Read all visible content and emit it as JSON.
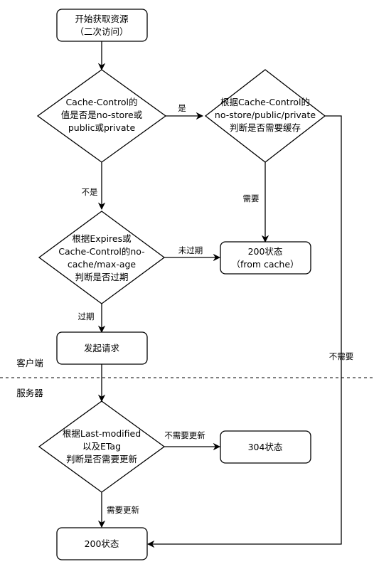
{
  "diagram": {
    "nodes": {
      "start": {
        "line1": "开始获取资源",
        "line2": "（二次访问）"
      },
      "decision_cache_control": {
        "line1": "Cache-Control的",
        "line2": "值是否是no-store或",
        "line3": "public或private"
      },
      "decision_need_cache": {
        "line1": "根据Cache-Control的",
        "line2": "no-store/public/private",
        "line3": "判断是否需要缓存"
      },
      "decision_expires": {
        "line1": "根据Expires或",
        "line2": "Cache-Control的no-",
        "line3": "cache/max-age",
        "line4": "判断是否过期"
      },
      "status_200_cache": {
        "line1": "200状态",
        "line2": "（from cache）"
      },
      "send_request": {
        "label": "发起请求"
      },
      "decision_last_modified": {
        "line1": "根据Last-modified",
        "line2": "以及ETag",
        "line3": "判断是否需要更新"
      },
      "status_304": {
        "label": "304状态"
      },
      "status_200": {
        "label": "200状态"
      }
    },
    "edges": {
      "yes": "是",
      "no": "不是",
      "need": "需要",
      "not_expired": "未过期",
      "expired": "过期",
      "no_need": "不需要",
      "no_update_needed": "不需要更新",
      "update_needed": "需要更新"
    },
    "zones": {
      "client": "客户端",
      "server": "服务器"
    }
  }
}
